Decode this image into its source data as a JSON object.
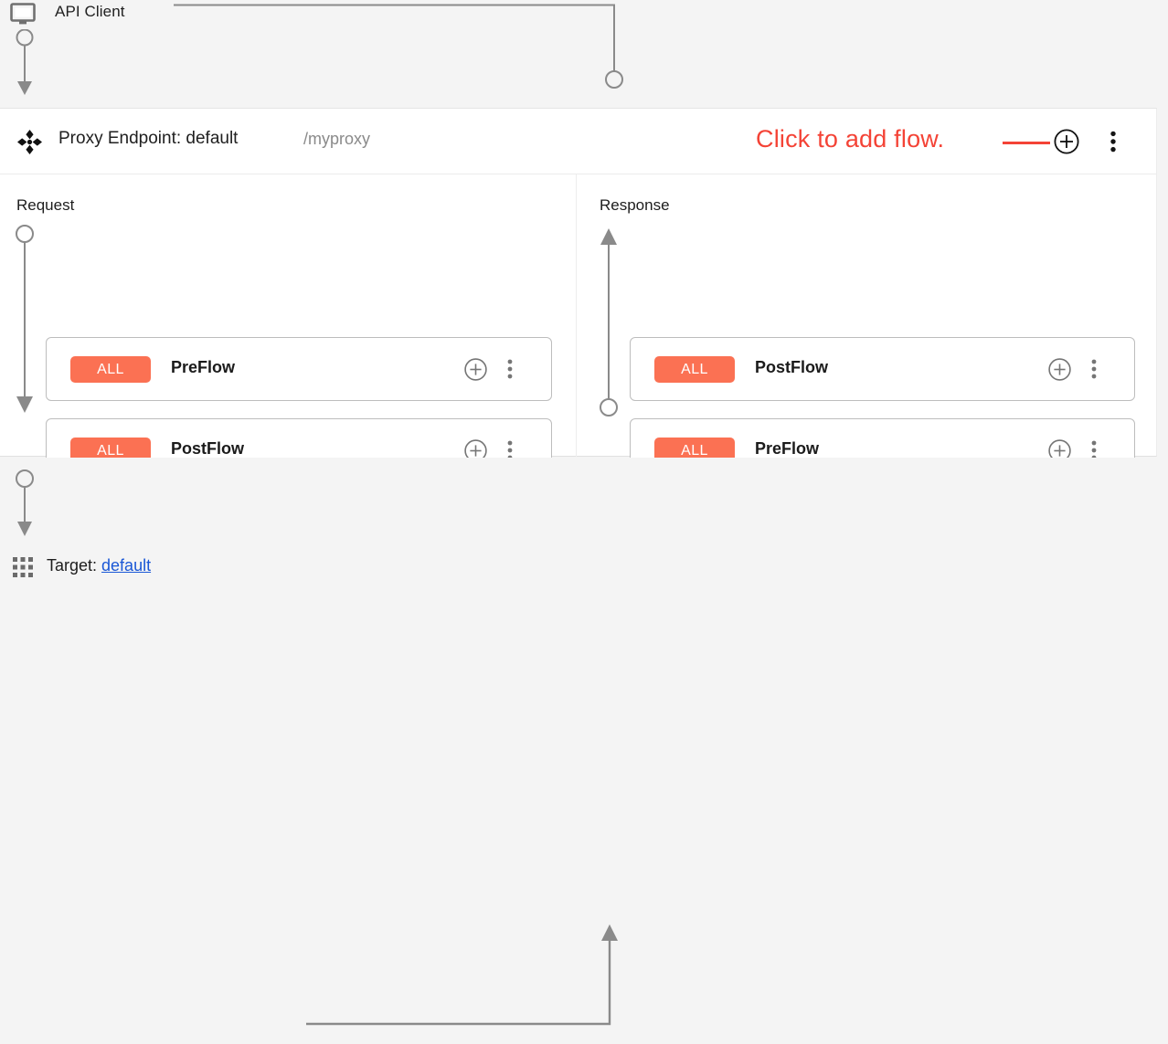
{
  "client": {
    "label": "API Client",
    "icon": "monitor-icon"
  },
  "endpoint": {
    "drag_icon": "move-handle-icon",
    "title": "Proxy Endpoint: default",
    "path": "/myproxy",
    "add_icon": "plus-circle-icon",
    "menu_icon": "more-vertical-icon"
  },
  "annotation": {
    "text": "Click to add flow.",
    "color": "#f44336"
  },
  "columns": [
    {
      "key": "request",
      "title": "Request",
      "direction": "down",
      "flows": [
        {
          "badge": "ALL",
          "name": "PreFlow",
          "add_icon": "plus-circle-icon",
          "menu_icon": "more-vertical-icon"
        },
        {
          "badge": "ALL",
          "name": "PostFlow",
          "add_icon": "plus-circle-icon",
          "menu_icon": "more-vertical-icon"
        }
      ]
    },
    {
      "key": "response",
      "title": "Response",
      "direction": "up",
      "flows": [
        {
          "badge": "ALL",
          "name": "PostFlow",
          "add_icon": "plus-circle-icon",
          "menu_icon": "more-vertical-icon"
        },
        {
          "badge": "ALL",
          "name": "PreFlow",
          "add_icon": "plus-circle-icon",
          "menu_icon": "more-vertical-icon"
        }
      ]
    }
  ],
  "target": {
    "icon": "grid-apps-icon",
    "label": "Target: ",
    "link": "default"
  },
  "colors": {
    "badge": "#fb7153",
    "annotation": "#f44336",
    "link": "#1a57d6",
    "canvas": "#f4f4f4",
    "panel": "#ffffff",
    "connector": "#8a8a8a"
  }
}
